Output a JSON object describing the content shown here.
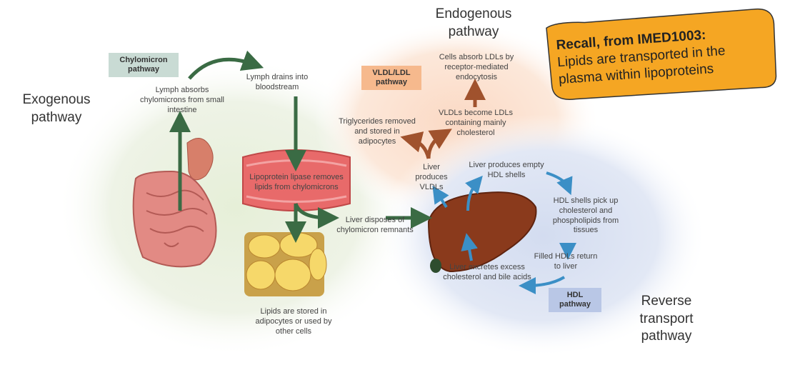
{
  "labels": {
    "exogenous": "Exogenous pathway",
    "endogenous": "Endogenous pathway",
    "reverse": "Reverse transport pathway"
  },
  "recall": {
    "heading": "Recall, from IMED1003:",
    "body": "Lipids are transported in the plasma within lipoproteins"
  },
  "tags": {
    "chylomicron": "Chylomicron pathway",
    "vldl_ldl": "VLDL/LDL pathway",
    "hdl": "HDL pathway"
  },
  "steps": {
    "lymph_absorbs": "Lymph absorbs chylomicrons from small intestine",
    "lymph_drains": "Lymph drains into bloodstream",
    "lipase": "Lipoprotein lipase removes lipids from chylomicrons",
    "liver_disposes": "Liver disposes of chylomicron remnants",
    "lipids_stored": "Lipids are stored in adipocytes or used by other cells",
    "cells_absorb": "Cells absorb LDLs by receptor-mediated endocytosis",
    "vldl_become": "VLDLs become LDLs containing mainly cholesterol",
    "trig_removed": "Triglycerides removed and stored in adipocytes",
    "liver_vldl": "Liver produces VLDLs",
    "liver_hdl": "Liver produces empty HDL shells",
    "hdl_pick": "HDL shells pick up cholesterol and phospholipids from tissues",
    "filled_hdl": "Filled HDLs return to liver",
    "liver_excretes": "Liver excretes excess cholesterol and bile acids"
  },
  "colors": {
    "green_arrow": "#3a6b44",
    "brown_arrow": "#a0522d",
    "blue_arrow": "#3b8fc6",
    "recall_fill": "#f5a623",
    "chylomicron_tag": "#c9dbd4",
    "vldl_tag": "#f6b98d",
    "hdl_tag": "#b9c7e6"
  }
}
